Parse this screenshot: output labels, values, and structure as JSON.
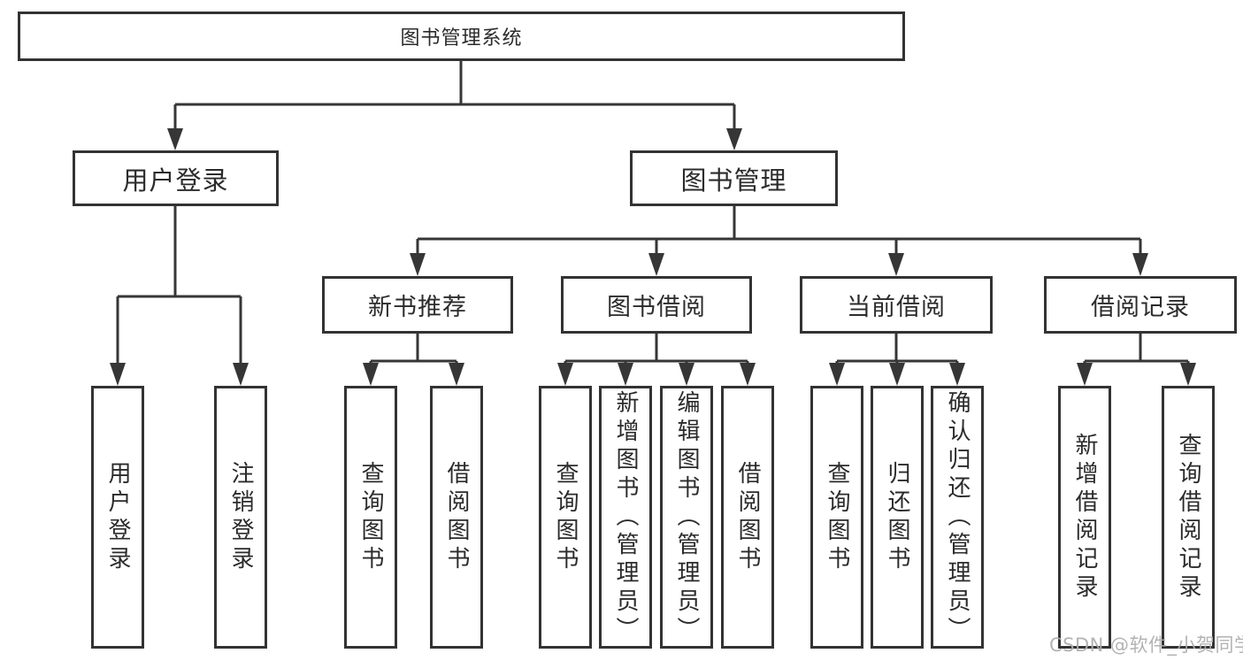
{
  "colors": {
    "line": "#333333",
    "text": "#2b2b2b",
    "watermark": "#acacac",
    "background": "#ffffff"
  },
  "watermark": {
    "text": "CSDN @软件_小贺同学"
  },
  "tree": {
    "root": {
      "label": "图书管理系统",
      "children": [
        {
          "label": "用户登录",
          "children": [
            {
              "label": "用户登录"
            },
            {
              "label": "注销登录"
            }
          ]
        },
        {
          "label": "图书管理",
          "children": [
            {
              "label": "新书推荐",
              "children": [
                {
                  "label": "查询图书"
                },
                {
                  "label": "借阅图书"
                }
              ]
            },
            {
              "label": "图书借阅",
              "children": [
                {
                  "label": "查询图书"
                },
                {
                  "label": "新增图书（管理员）"
                },
                {
                  "label": "编辑图书（管理员）"
                },
                {
                  "label": "借阅图书"
                }
              ]
            },
            {
              "label": "当前借阅",
              "children": [
                {
                  "label": "查询图书"
                },
                {
                  "label": "归还图书"
                },
                {
                  "label": "确认归还（管理员）"
                }
              ]
            },
            {
              "label": "借阅记录",
              "children": [
                {
                  "label": "新增借阅记录"
                },
                {
                  "label": "查询借阅记录"
                }
              ]
            }
          ]
        }
      ]
    }
  }
}
